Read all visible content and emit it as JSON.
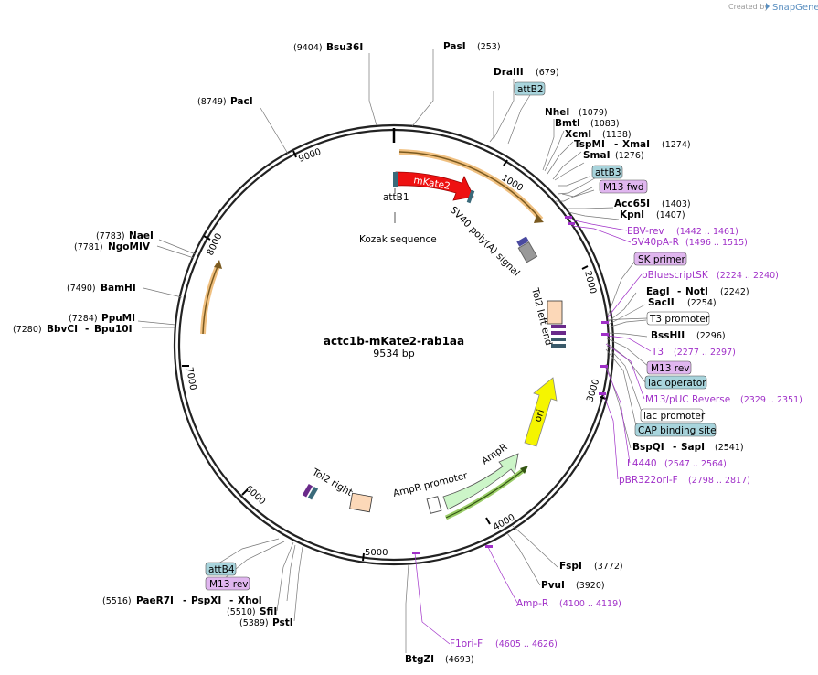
{
  "header": {
    "created_by": "Created by",
    "brand": "SnapGene"
  },
  "plasmid": {
    "name": "actc1b-mKate2-rab1aa",
    "length": "9534 bp",
    "total_bp": 9534
  },
  "ticks": [
    "1000",
    "2000",
    "3000",
    "4000",
    "5000",
    "6000",
    "7000",
    "8000",
    "9000"
  ],
  "enzymes": {
    "bsu36i": {
      "name": "Bsu36I",
      "pos": "(9404)"
    },
    "pasi": {
      "name": "PasI",
      "pos": "(253)"
    },
    "draiii": {
      "name": "DraIII",
      "pos": "(679)"
    },
    "paci": {
      "name": "PacI",
      "pos": "(8749)"
    },
    "nhei": {
      "name": "NheI",
      "pos": "(1079)"
    },
    "bmti": {
      "name": "BmtI",
      "pos": "(1083)"
    },
    "xcmi": {
      "name": "XcmI",
      "pos": "(1138)"
    },
    "tspmi": {
      "name": "TspMI",
      "pos": "(1274)"
    },
    "xmai": {
      "name": "XmaI",
      "pos": ""
    },
    "smai": {
      "name": "SmaI",
      "pos": "(1276)"
    },
    "acc65i": {
      "name": "Acc65I",
      "pos": "(1403)"
    },
    "kpni": {
      "name": "KpnI",
      "pos": "(1407)"
    },
    "eagi": {
      "name": "EagI",
      "pos": "(2242)"
    },
    "noti": {
      "name": "NotI",
      "pos": ""
    },
    "sacii": {
      "name": "SacII",
      "pos": "(2254)"
    },
    "bsshii": {
      "name": "BssHII",
      "pos": "(2296)"
    },
    "bspqi": {
      "name": "BspQI",
      "pos": "(2541)"
    },
    "sapi": {
      "name": "SapI",
      "pos": ""
    },
    "fspi": {
      "name": "FspI",
      "pos": "(3772)"
    },
    "pvui": {
      "name": "PvuI",
      "pos": "(3920)"
    },
    "btgzi": {
      "name": "BtgZI",
      "pos": "(4693)"
    },
    "nael": {
      "name": "NaeI",
      "pos": "(7783)"
    },
    "ngomiv": {
      "name": "NgoMIV",
      "pos": "(7781)"
    },
    "bamhi": {
      "name": "BamHI",
      "pos": "(7490)"
    },
    "ppumi": {
      "name": "PpuMI",
      "pos": "(7284)"
    },
    "bbvci": {
      "name": "BbvCI",
      "pos": "(7280)"
    },
    "bpu10i": {
      "name": "Bpu10I",
      "pos": ""
    },
    "paer7i": {
      "name": "PaeR7I",
      "pos": "(5516)"
    },
    "pspxi": {
      "name": "PspXI",
      "pos": ""
    },
    "xhoi": {
      "name": "XhoI",
      "pos": ""
    },
    "sfii": {
      "name": "SfiI",
      "pos": "(5510)"
    },
    "psti": {
      "name": "PstI",
      "pos": "(5389)"
    }
  },
  "separator": "-",
  "primers": {
    "ebv_rev": {
      "name": "EBV-rev",
      "pos": "(1442 .. 1461)"
    },
    "sv40pa_r": {
      "name": "SV40pA-R",
      "pos": "(1496 .. 1515)"
    },
    "pbluescriptsk": {
      "name": "pBluescriptSK",
      "pos": "(2224 .. 2240)"
    },
    "t3": {
      "name": "T3",
      "pos": "(2277 .. 2297)"
    },
    "m13puc_rev": {
      "name": "M13/pUC Reverse",
      "pos": "(2329 .. 2351)"
    },
    "l4440": {
      "name": "L4440",
      "pos": "(2547 .. 2564)"
    },
    "pbr322ori_f": {
      "name": "pBR322ori-F",
      "pos": "(2798 .. 2817)"
    },
    "amp_r": {
      "name": "Amp-R",
      "pos": "(4100 .. 4119)"
    },
    "f1ori_f": {
      "name": "F1ori-F",
      "pos": "(4605 .. 4626)"
    }
  },
  "boxes": {
    "attb2": {
      "label": "attB2",
      "color": "#a8d4dc"
    },
    "attb3": {
      "label": "attB3",
      "color": "#a8d4dc"
    },
    "m13fwd": {
      "label": "M13 fwd",
      "color": "#e0b6ef"
    },
    "skprimer": {
      "label": "SK primer",
      "color": "#e0b6ef"
    },
    "t3promoter": {
      "label": "T3 promoter",
      "color": "#ffffff"
    },
    "m13rev_right": {
      "label": "M13 rev",
      "color": "#e0b6ef"
    },
    "lacoperator": {
      "label": "lac operator",
      "color": "#a8d4dc"
    },
    "lacpromoter": {
      "label": "lac promoter",
      "color": "#ffffff"
    },
    "capsite": {
      "label": "CAP binding site",
      "color": "#a8d4dc"
    },
    "attb4": {
      "label": "attB4",
      "color": "#a8d4dc"
    },
    "m13rev_left": {
      "label": "M13 rev",
      "color": "#e0b6ef"
    }
  },
  "features": {
    "mkate2": {
      "label": "mKate2",
      "color": "#ee1111"
    },
    "attb1": {
      "label": "attB1"
    },
    "kozak": {
      "label": "Kozak sequence"
    },
    "sv40": {
      "label": "SV40 poly(A) signal"
    },
    "tol2_left": {
      "label": "Tol2 left end"
    },
    "ori": {
      "label": "ori",
      "color": "#f5f500"
    },
    "ampr": {
      "label": "AmpR",
      "color": "#ccf5c8"
    },
    "ampr_promoter": {
      "label": "AmpR promoter"
    },
    "tol2_right": {
      "label": "Tol2 right end"
    }
  }
}
